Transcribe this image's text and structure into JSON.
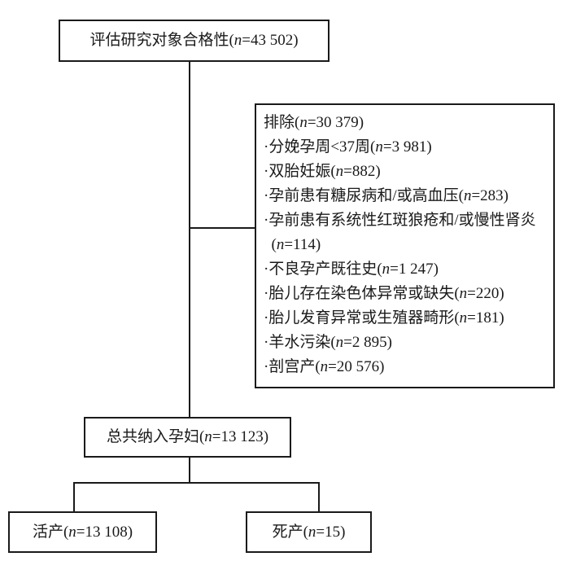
{
  "diagram": {
    "type": "study-flowchart",
    "background_color": "#ffffff",
    "line_color": "#1a1a1a",
    "text_color": "#1a1a1a",
    "var_symbol": "n",
    "eligibility": {
      "pre": "评估研究对象合格性(",
      "post": "=43 502)"
    },
    "excluded": {
      "header": {
        "pre": "排除(",
        "post": "=30 379)"
      },
      "items": [
        {
          "pre": "·分娩孕周<37周(",
          "post": "=3 981)"
        },
        {
          "pre": "·双胎妊娠(",
          "post": "=882)"
        },
        {
          "pre": "·孕前患有糖尿病和/或高血压(",
          "post": "=283)"
        },
        {
          "pre": "·孕前患有系统性红斑狼疮和/或慢性肾炎\n  (",
          "post": "=114)"
        },
        {
          "pre": "·不良孕产既往史(",
          "post": "=1 247)"
        },
        {
          "pre": "·胎儿存在染色体异常或缺失(",
          "post": "=220)"
        },
        {
          "pre": "·胎儿发育异常或生殖器畸形(",
          "post": "=181)"
        },
        {
          "pre": "·羊水污染(",
          "post": "=2 895)"
        },
        {
          "pre": "·剖宫产(",
          "post": "=20 576)"
        }
      ]
    },
    "included": {
      "pre": "总共纳入孕妇(",
      "post": "=13 123)"
    },
    "live_birth": {
      "pre": "活产(",
      "post": "=13 108)"
    },
    "stillbirth": {
      "pre": "死产(",
      "post": "=15)"
    }
  }
}
